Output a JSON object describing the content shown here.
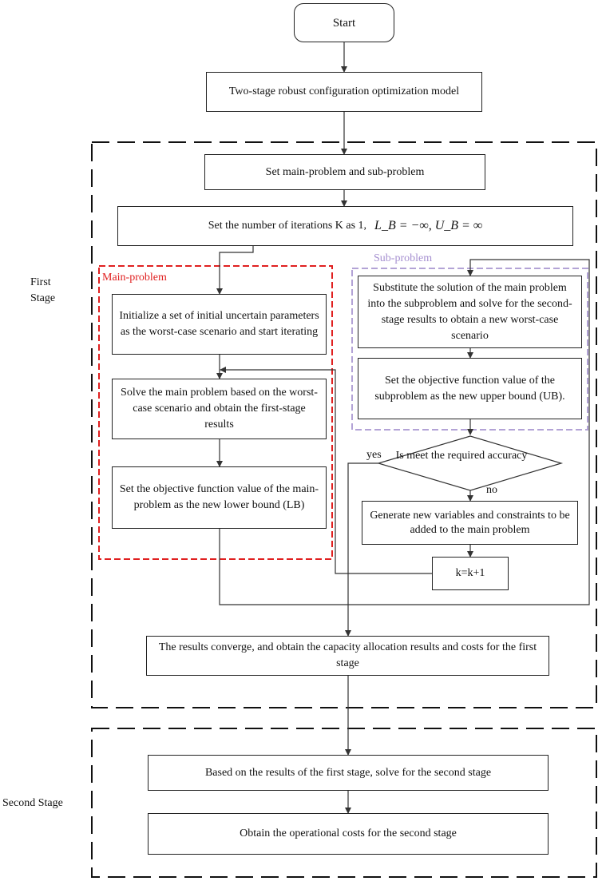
{
  "nodes": {
    "start": "Start",
    "model": "Two-stage robust configuration optimization model",
    "set_main_sub": "Set main-problem and sub-problem",
    "set_iter": "Set the number of iterations K as 1,",
    "set_iter_math": "L_B = −∞, U_B = ∞",
    "init": "Initialize a set of initial uncertain parameters as the worst-case scenario and start iterating",
    "solve_main": "Solve the main problem based on the worst-case scenario and obtain the first-stage results",
    "lower_bound": "Set the objective function value of the main-problem as the new lower bound (LB)",
    "substitute": "Substitute the solution of the main problem into the subproblem and solve for the second-stage results to obtain a new worst-case scenario",
    "upper_bound": "Set the objective function value of the subproblem as the new upper bound (UB).",
    "decision": "Is meet the required accuracy",
    "generate": "Generate new variables and constraints to be added to the main problem",
    "increment": "k=k+1",
    "converge": "The results converge, and obtain the capacity allocation results and costs for the first stage",
    "second_solve": "Based on the results of the first stage, solve for the second stage",
    "second_costs": "Obtain the operational costs for the second stage"
  },
  "edge_labels": {
    "yes": "yes",
    "no": "no"
  },
  "groups": {
    "main": "Main-problem",
    "sub": "Sub-problem"
  },
  "stages": {
    "first": "First\nStage",
    "second": "Second Stage"
  },
  "colors": {
    "main_border": "#e02020",
    "sub_border": "#b3a3d6",
    "line": "#222222"
  }
}
